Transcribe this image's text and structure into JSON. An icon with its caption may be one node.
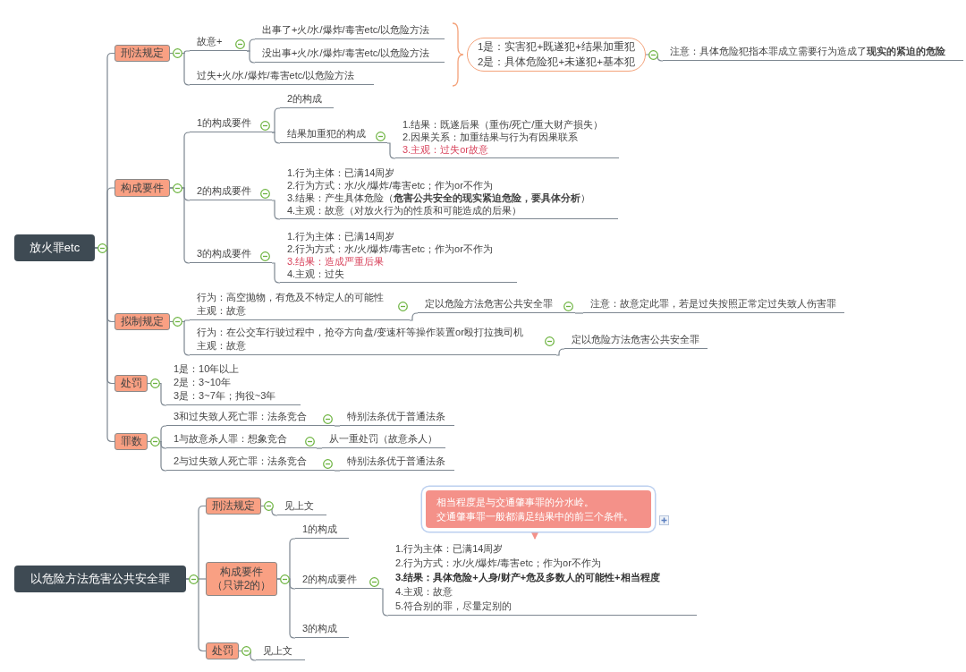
{
  "diagram": {
    "nodes": [
      {
        "text": [
          "放火罪etc"
        ]
      },
      {
        "text": [
          "刑法规定"
        ]
      },
      {
        "text": [
          "故意+"
        ]
      },
      {
        "text": [
          "出事了+火/水/爆炸/毒害etc/以危险方法"
        ]
      },
      {
        "text": [
          "没出事+火/水/爆炸/毒害etc/以危险方法"
        ]
      },
      {
        "text": [
          "过失+火/水/爆炸/毒害etc/以危险方法"
        ]
      },
      {
        "text": [
          "1是：实害犯+既遂犯+结果加重犯",
          "2是：具体危险犯+未遂犯+基本犯"
        ]
      },
      {
        "text": [
          "注意：具体危险犯指本罪成立需要行为造成了**现实的紧迫的危险**"
        ]
      },
      {
        "text": [
          "构成要件"
        ]
      },
      {
        "text": [
          "1的构成要件"
        ]
      },
      {
        "text": [
          "2的构成"
        ]
      },
      {
        "text": [
          "结果加重犯的构成"
        ]
      },
      {
        "text": [
          "1.结果：既遂后果（重伤/死亡/重大财产损失）",
          "2.因果关系：加重结果与行为有因果联系",
          "3.主观：过失or故意"
        ]
      },
      {
        "text": [
          "2的构成要件"
        ]
      },
      {
        "text": [
          "1.行为主体：已满14周岁",
          "2.行为方式：水/火/爆炸/毒害etc；作为or不作为",
          "3.结果：产生具体危险（**危害公共安全的现实紧迫危险，要具体分析**）",
          "4.主观：故意（对放火行为的性质和可能造成的后果）"
        ]
      },
      {
        "text": [
          "3的构成要件"
        ]
      },
      {
        "text": [
          "1.行为主体：已满14周岁",
          "2.行为方式：水/火/爆炸/毒害etc；作为or不作为",
          "3.结果：造成严重后果",
          "4.主观：过失"
        ]
      },
      {
        "text": [
          "拟制规定"
        ]
      },
      {
        "text": [
          "行为：高空抛物，有危及不特定人的可能性",
          "主观：故意"
        ]
      },
      {
        "text": [
          "定以危险方法危害公共安全罪"
        ]
      },
      {
        "text": [
          "注意：故意定此罪，若是过失按照正常定过失致人伤害罪"
        ]
      },
      {
        "text": [
          "行为：在公交车行驶过程中，抢夺方向盘/变速杆等操作装置or殴打拉拽司机",
          "主观：故意"
        ]
      },
      {
        "text": [
          "定以危险方法危害公共安全罪"
        ]
      },
      {
        "text": [
          "处罚"
        ]
      },
      {
        "text": [
          "1是：10年以上",
          "2是：3~10年",
          "3是：3~7年；拘役~3年"
        ]
      },
      {
        "text": [
          "罪数"
        ]
      },
      {
        "text": [
          "3和过失致人死亡罪：法条竞合"
        ]
      },
      {
        "text": [
          "特别法条优于普通法条"
        ]
      },
      {
        "text": [
          "1与故意杀人罪：想象竞合"
        ]
      },
      {
        "text": [
          "从一重处罚（故意杀人）"
        ]
      },
      {
        "text": [
          "2与过失致人死亡罪：法条竞合"
        ]
      },
      {
        "text": [
          "特别法条优于普通法条"
        ]
      },
      {
        "text": [
          "以危险方法危害公共安全罪"
        ]
      },
      {
        "text": [
          "刑法规定"
        ]
      },
      {
        "text": [
          "见上文"
        ]
      },
      {
        "text": [
          "构成要件",
          "（只讲2的）"
        ]
      },
      {
        "text": [
          "1的构成"
        ]
      },
      {
        "text": [
          "2的构成要件"
        ]
      },
      {
        "text": [
          "1.行为主体：已满14周岁",
          "2.行为方式：水/火/爆炸/毒害etc；作为or不作为",
          "3.结果：具体危险+人身/财产+危及多数人的可能性+相当程度",
          "4.主观：故意",
          "5.符合别的罪，尽量定别的"
        ]
      },
      {
        "text": [
          "3的构成"
        ]
      },
      {
        "text": [
          "相当程度是与交通肇事罪的分水岭。",
          "交通肇事罪一般都满足结果中的前三个条件。"
        ]
      },
      {
        "text": [
          "处罚"
        ]
      },
      {
        "text": [
          "见上文"
        ]
      }
    ],
    "edges": [
      {
        "from": 0,
        "to": 1,
        "arrow": "none"
      },
      {
        "from": 0,
        "to": 8,
        "arrow": "none"
      },
      {
        "from": 0,
        "to": 17,
        "arrow": "none"
      },
      {
        "from": 0,
        "to": 23,
        "arrow": "none"
      },
      {
        "from": 0,
        "to": 25,
        "arrow": "none"
      },
      {
        "from": 1,
        "to": 2,
        "arrow": "none"
      },
      {
        "from": 1,
        "to": 5,
        "arrow": "none"
      },
      {
        "from": 2,
        "to": 3,
        "arrow": "none"
      },
      {
        "from": 2,
        "to": 4,
        "arrow": "none"
      },
      {
        "from": 6,
        "to": 7,
        "arrow": "none"
      },
      {
        "from": 8,
        "to": 9,
        "arrow": "none"
      },
      {
        "from": 8,
        "to": 13,
        "arrow": "none"
      },
      {
        "from": 8,
        "to": 15,
        "arrow": "none"
      },
      {
        "from": 9,
        "to": 10,
        "arrow": "none"
      },
      {
        "from": 9,
        "to": 11,
        "arrow": "none"
      },
      {
        "from": 11,
        "to": 12,
        "arrow": "none"
      },
      {
        "from": 13,
        "to": 14,
        "arrow": "none"
      },
      {
        "from": 15,
        "to": 16,
        "arrow": "none"
      },
      {
        "from": 17,
        "to": 18,
        "arrow": "none"
      },
      {
        "from": 17,
        "to": 21,
        "arrow": "none"
      },
      {
        "from": 18,
        "to": 19,
        "arrow": "none"
      },
      {
        "from": 19,
        "to": 20,
        "arrow": "none"
      },
      {
        "from": 21,
        "to": 22,
        "arrow": "none"
      },
      {
        "from": 23,
        "to": 24,
        "arrow": "none"
      },
      {
        "from": 25,
        "to": 26,
        "arrow": "none"
      },
      {
        "from": 25,
        "to": 28,
        "arrow": "none"
      },
      {
        "from": 25,
        "to": 30,
        "arrow": "none"
      },
      {
        "from": 26,
        "to": 27,
        "arrow": "none"
      },
      {
        "from": 28,
        "to": 29,
        "arrow": "none"
      },
      {
        "from": 30,
        "to": 31,
        "arrow": "none"
      },
      {
        "from": 32,
        "to": 33,
        "arrow": "none"
      },
      {
        "from": 32,
        "to": 35,
        "arrow": "none"
      },
      {
        "from": 32,
        "to": 41,
        "arrow": "none"
      },
      {
        "from": 33,
        "to": 34,
        "arrow": "none"
      },
      {
        "from": 35,
        "to": 36,
        "arrow": "none"
      },
      {
        "from": 35,
        "to": 37,
        "arrow": "none"
      },
      {
        "from": 35,
        "to": 39,
        "arrow": "none"
      },
      {
        "from": 37,
        "to": 38,
        "arrow": "none"
      },
      {
        "from": 41,
        "to": 42,
        "arrow": "none"
      },
      {
        "from": 40,
        "to": 38,
        "arrow": "to",
        "color": "#f49189"
      }
    ]
  }
}
